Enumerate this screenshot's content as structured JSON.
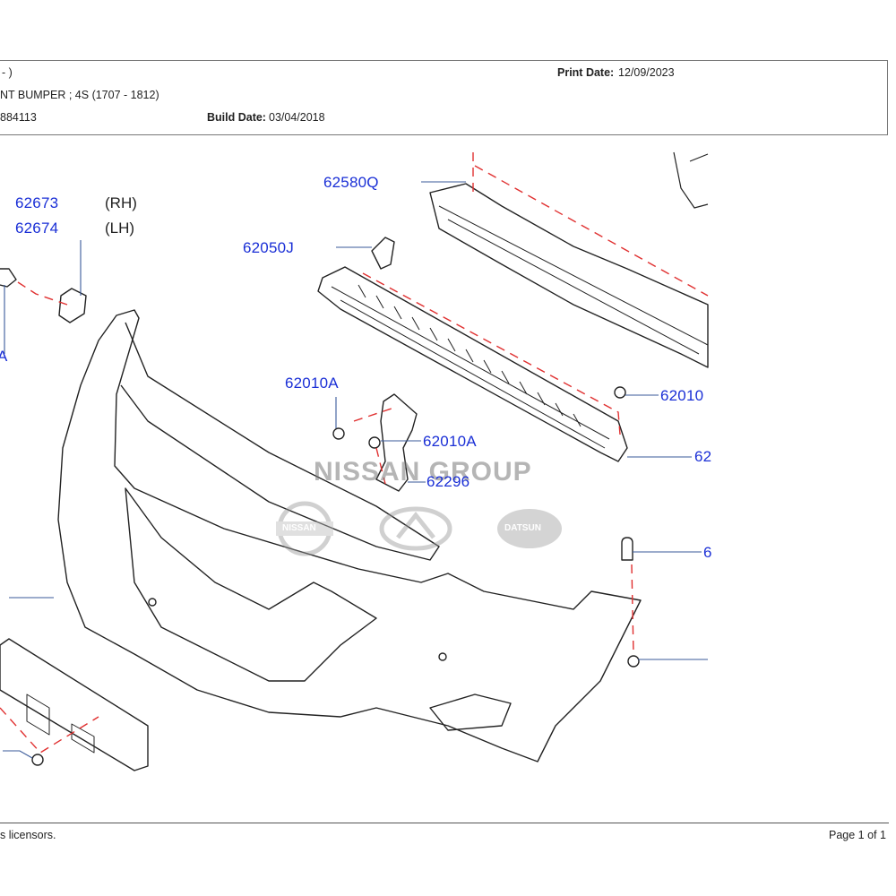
{
  "header": {
    "line1_text": "- )",
    "line2_text": "NT BUMPER ; 4S (1707 - 1812)",
    "line3_text": "884113",
    "build_date_label": "Build Date:",
    "build_date_value": "03/04/2018",
    "print_date_label": "Print Date:",
    "print_date_value": "12/09/2023"
  },
  "diagram": {
    "title": "Front Bumper exploded diagram",
    "watermark": "NISSAN GROUP",
    "logos": [
      "NISSAN",
      "INFINITI",
      "DATSUN"
    ],
    "callouts": [
      {
        "part": "62673",
        "side": "(RH)"
      },
      {
        "part": "62674",
        "side": "(LH)"
      },
      {
        "part": "62580Q"
      },
      {
        "part": "62050J"
      },
      {
        "part": "62010A"
      },
      {
        "part": "62010A"
      },
      {
        "part": "62296"
      },
      {
        "part": "62010"
      },
      {
        "part": "62"
      },
      {
        "part": "6"
      },
      {
        "part": "A"
      }
    ],
    "colors": {
      "callout": "#1a2fd6",
      "leader": "#3a5a9a",
      "dashed": "#e03030",
      "line": "#222222"
    }
  },
  "footer": {
    "left_text": "s licensors.",
    "page_text": "Page 1 of 1"
  }
}
